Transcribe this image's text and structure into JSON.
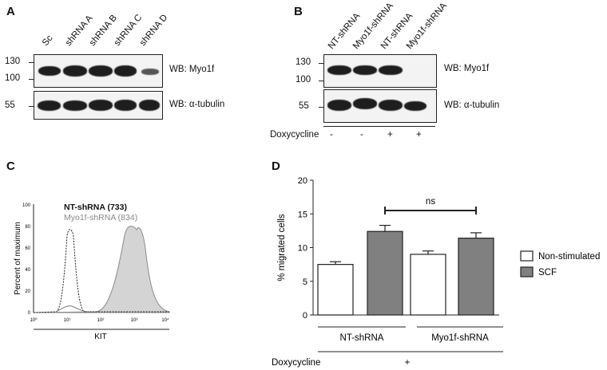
{
  "panelA": {
    "letter": "A",
    "lanes": [
      "Sc",
      "shRNA A",
      "shRNA B",
      "shRNA C",
      "shRNA D"
    ],
    "mw_top": [
      "130",
      "100"
    ],
    "mw_bottom": [
      "55"
    ],
    "wb_top": "WB: Myo1f",
    "wb_bottom": "WB: α-tubulin"
  },
  "panelB": {
    "letter": "B",
    "lanes": [
      "NT-shRNA",
      "Myo1f-shRNA",
      "NT-shRNA",
      "Myo1f-shRNA"
    ],
    "mw_top": [
      "130",
      "100"
    ],
    "mw_bottom": [
      "55"
    ],
    "wb_top": "WB: Myo1f",
    "wb_bottom": "WB: α-tubulin",
    "dox_label": "Doxycycline",
    "dox_values": [
      "-",
      "-",
      "+",
      "+"
    ]
  },
  "panelC": {
    "letter": "C",
    "ylabel": "Percent of maximum",
    "xlabel": "KIT",
    "yticks": [
      "0",
      "20",
      "40",
      "60",
      "80",
      "100"
    ],
    "xticks": [
      "10⁰",
      "10¹",
      "10²",
      "10³",
      "10⁴"
    ],
    "legend1": "NT-shRNA (733)",
    "legend2": "Myo1f-shRNA (834)"
  },
  "panelD": {
    "letter": "D",
    "legend": {
      "items": [
        {
          "label": "Non-stimulated",
          "color": "#ffffff"
        },
        {
          "label": "SCF",
          "color": "#808080"
        }
      ]
    },
    "xgroups": [
      "NT-shRNA",
      "Myo1f-shRNA"
    ],
    "dox_label": "Doxycycline",
    "dox_value": "+",
    "sig_label": "ns"
  },
  "chart_data": {
    "type": "bar",
    "categories": [
      "NT-shRNA",
      "Myo1f-shRNA"
    ],
    "series": [
      {
        "name": "Non-stimulated",
        "values": [
          7.5,
          9.0
        ],
        "errors": [
          0.4,
          0.5
        ]
      },
      {
        "name": "SCF",
        "values": [
          12.4,
          11.4
        ],
        "errors": [
          0.9,
          0.8
        ]
      }
    ],
    "ylabel": "% migrated cells",
    "ylim": [
      0,
      20
    ],
    "yticks": [
      "0",
      "5",
      "10",
      "15",
      "20"
    ]
  }
}
